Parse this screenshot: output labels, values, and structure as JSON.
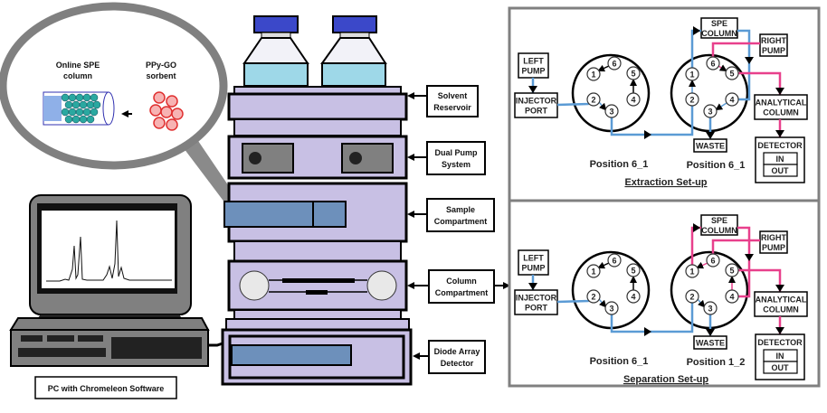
{
  "magnifier": {
    "column_label_1": "Online SPE",
    "column_label_2": "column",
    "sorbent_label_1": "PPy-GO",
    "sorbent_label_2": "sorbent"
  },
  "hplc_modules": [
    {
      "line1": "Solvent",
      "line2": "Reservoir"
    },
    {
      "line1": "Dual Pump",
      "line2": "System"
    },
    {
      "line1": "Sample",
      "line2": "Compartment"
    },
    {
      "line1": "Column",
      "line2": "Compartment"
    },
    {
      "line1": "Diode Array",
      "line2": "Detector"
    }
  ],
  "pc_label": "PC with Chromeleon Software",
  "colors": {
    "blue_line": "#5b9bd5",
    "pink_line": "#e8408c",
    "module_fill": "#c8c0e4",
    "panel_fill": "#6d90bb",
    "cap_fill": "#3b48c9",
    "liquid_fill": "#9ed8e8",
    "magnifier_gray": "#808080"
  },
  "setups": [
    {
      "title": "Extraction Set-up",
      "left_valve_position": "Position 6_1",
      "right_valve_position": "Position 6_1"
    },
    {
      "title": "Separation Set-up",
      "left_valve_position": "Position 6_1",
      "right_valve_position": "Position 1_2"
    }
  ],
  "boxes": {
    "left_pump_1": "LEFT",
    "left_pump_2": "PUMP",
    "injector_1": "INJECTOR",
    "injector_2": "PORT",
    "spe_1": "SPE",
    "spe_2": "COLUMN",
    "right_pump_1": "RIGHT",
    "right_pump_2": "PUMP",
    "analytical_1": "ANALYTICAL",
    "analytical_2": "COLUMN",
    "waste": "WASTE",
    "detector": "DETECTOR",
    "det_in": "IN",
    "det_out": "OUT"
  },
  "ports": [
    "1",
    "2",
    "3",
    "4",
    "5",
    "6"
  ]
}
